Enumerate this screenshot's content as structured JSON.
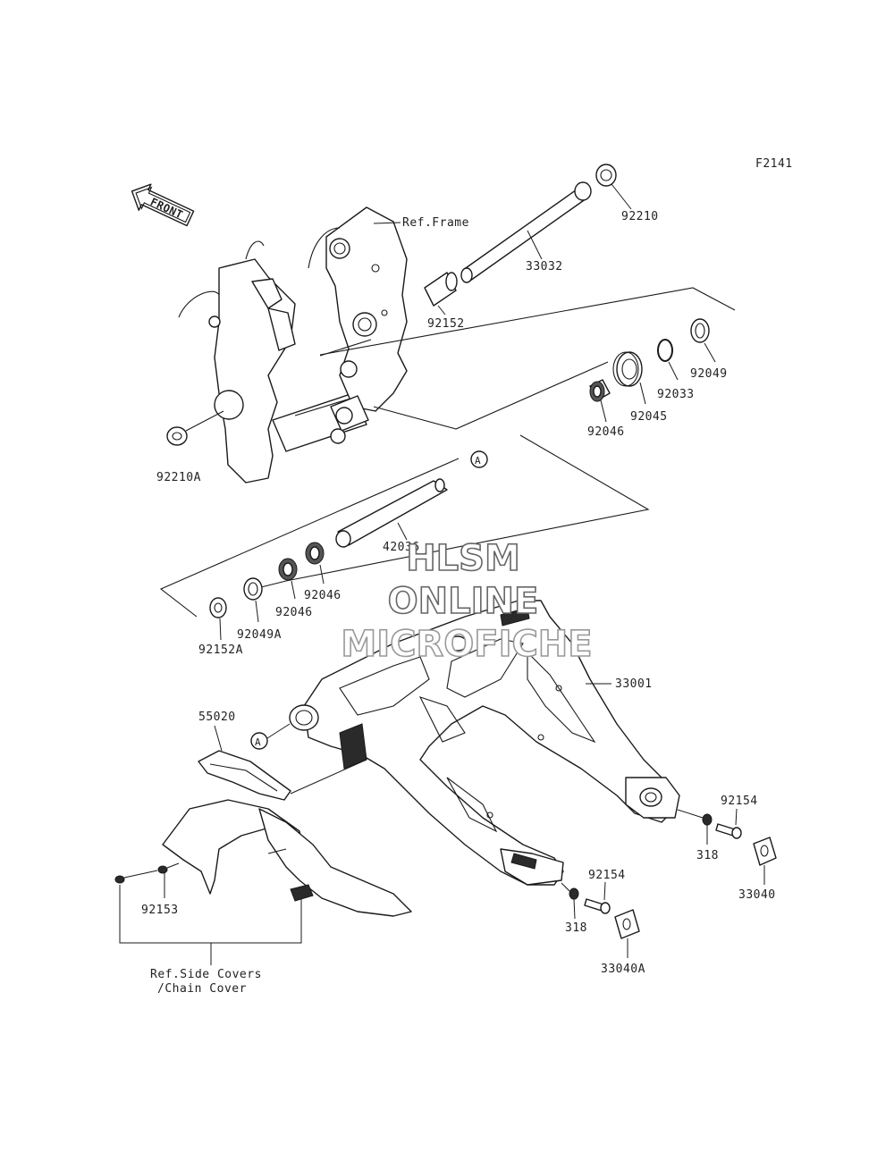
{
  "figure_code": "F2141",
  "front_label": "FRONT",
  "ref_frame": "Ref.Frame",
  "ref_covers_line1": "Ref.Side Covers",
  "ref_covers_line2": "/Chain Cover",
  "circle_ref": "A",
  "parts": {
    "p33032": "33032",
    "p92210": "92210",
    "p92152": "92152",
    "p92049": "92049",
    "p92033": "92033",
    "p92045": "92045",
    "p92046_top": "92046",
    "p92210A": "92210A",
    "p42036": "42036",
    "p92046_a": "92046",
    "p92046_b": "92046",
    "p92049A": "92049A",
    "p92152A": "92152A",
    "p33001": "33001",
    "p55020": "55020",
    "p92154_a": "92154",
    "p318_a": "318",
    "p33040": "33040",
    "p92154_b": "92154",
    "p318_b": "318",
    "p33040A": "33040A",
    "p92153": "92153"
  },
  "watermark": {
    "line1": "HLSM",
    "line2": "ONLINE",
    "line3": "MICROFICHE"
  }
}
